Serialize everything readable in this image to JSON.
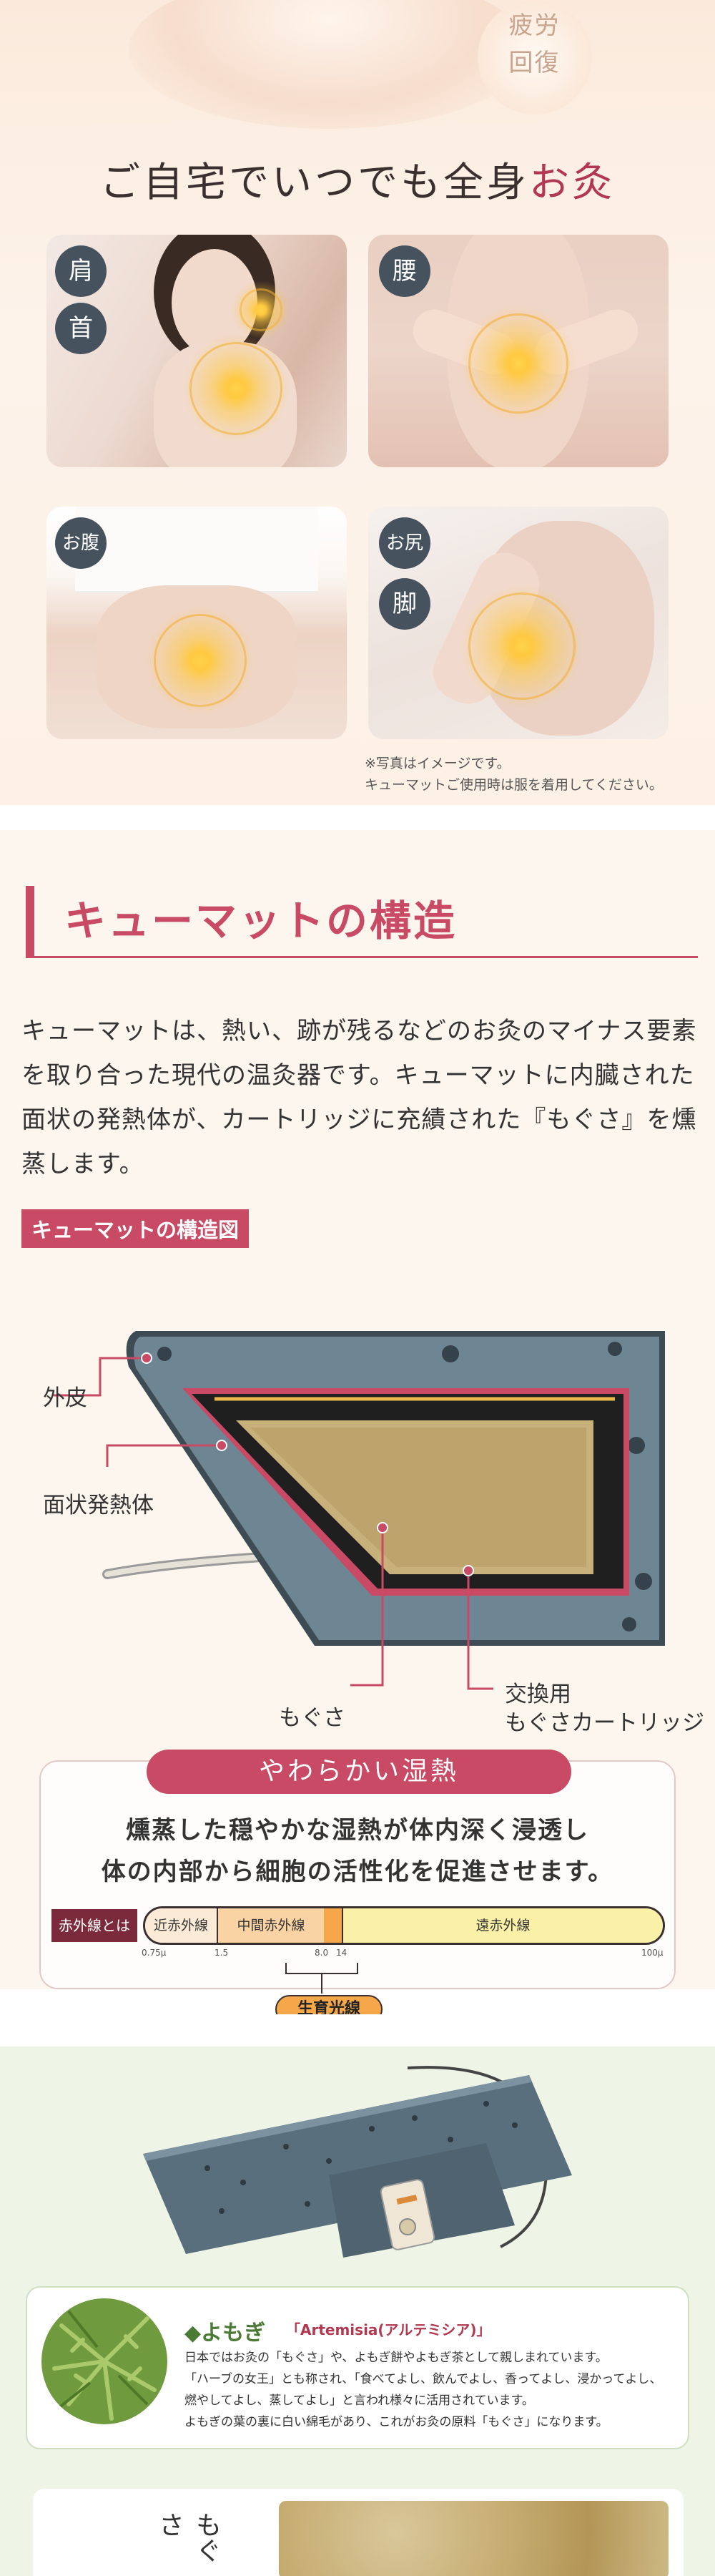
{
  "hero": {
    "circle_text": "疲労回復",
    "headline_prefix": "ご自宅でいつでも全身",
    "headline_accent": "お灸"
  },
  "areas": {
    "shoulder_neck": [
      "肩",
      "首"
    ],
    "waist": "腰",
    "belly": "お腹",
    "hip_leg": [
      "お尻",
      "脚"
    ]
  },
  "note": [
    "※写真はイメージです。",
    "キューマットご使用時は服を着用してください。"
  ],
  "structure": {
    "heading": "キューマットの構造",
    "paragraph": "キューマットは、熱い、跡が残るなどのお灸のマイナス要素を取り合った現代の温灸器です。キューマットに内臓された面状の発熱体が、カートリッジに充績された『もぐさ』を燻蒸します。",
    "diagram_label": "キューマットの構造図",
    "labels": {
      "outer": "外皮",
      "heater": "面状発熱体",
      "moxa": "もぐさ",
      "cartridge_1": "交換用",
      "cartridge_2": "もぐさカートリッジ"
    }
  },
  "wet_heat": {
    "title": "やわらかい湿熱",
    "line1": "燻蒸した穏やかな湿熱が体内深く浸透し",
    "line2": "体の内部から細胞の活性化を促進させます。",
    "ir_label": "赤外線とは",
    "segments": [
      "近赤外線",
      "中間赤外線",
      "遠赤外線"
    ],
    "ticks": [
      "0.75μ",
      "1.5",
      "8.0",
      "14",
      "100μ"
    ],
    "badge": "生育光線"
  },
  "yomogi": {
    "title": "◆よもぎ",
    "subtitle": "「Artemisia(アルテミシア)」",
    "lines": [
      "日本ではお灸の「もぐさ」や、よもぎ餅やよもぎ茶として親しまれています。",
      "「ハーブの女王」とも称され、「食べてよし、飲んでよし、香ってよし、浸かってよし、",
      "燃やしてよし、蒸してよし」と言われ様々に活用されています。",
      "よもぎの葉の裏に白い綿毛があり、これがお灸の原料「もぐさ」になります。"
    ]
  },
  "moxa_card": {
    "text": "もぐさ"
  },
  "colors": {
    "accent": "#c94a64",
    "tag_bg": "#46525e",
    "green": "#4a7a34"
  }
}
